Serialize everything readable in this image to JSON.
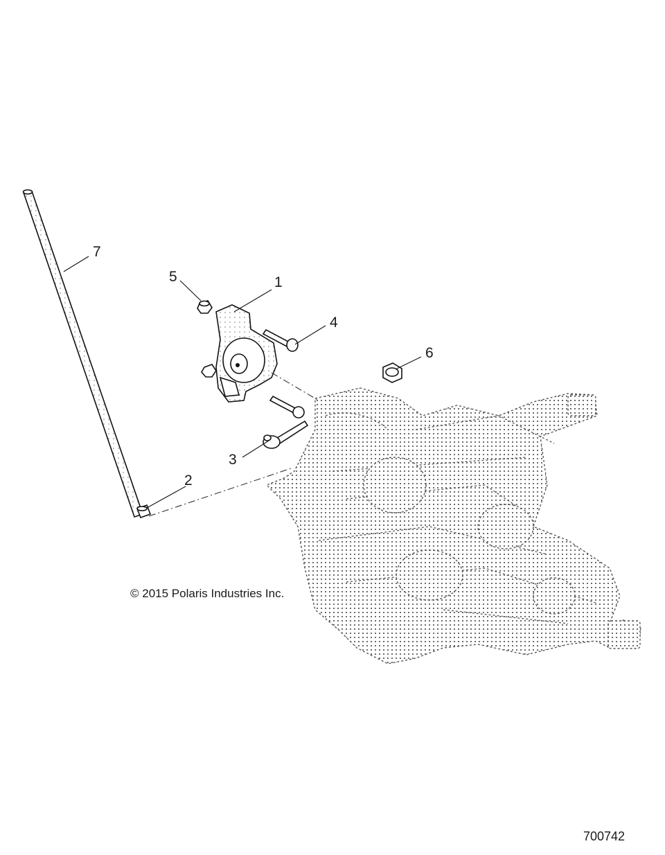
{
  "diagram": {
    "callouts": [
      {
        "id": "callout-1",
        "label": "1"
      },
      {
        "id": "callout-2",
        "label": "2"
      },
      {
        "id": "callout-3",
        "label": "3"
      },
      {
        "id": "callout-4",
        "label": "4"
      },
      {
        "id": "callout-5",
        "label": "5"
      },
      {
        "id": "callout-6",
        "label": "6"
      },
      {
        "id": "callout-7",
        "label": "7"
      }
    ],
    "copyright": "© 2015 Polaris Industries Inc.",
    "figure_number": "700742"
  }
}
